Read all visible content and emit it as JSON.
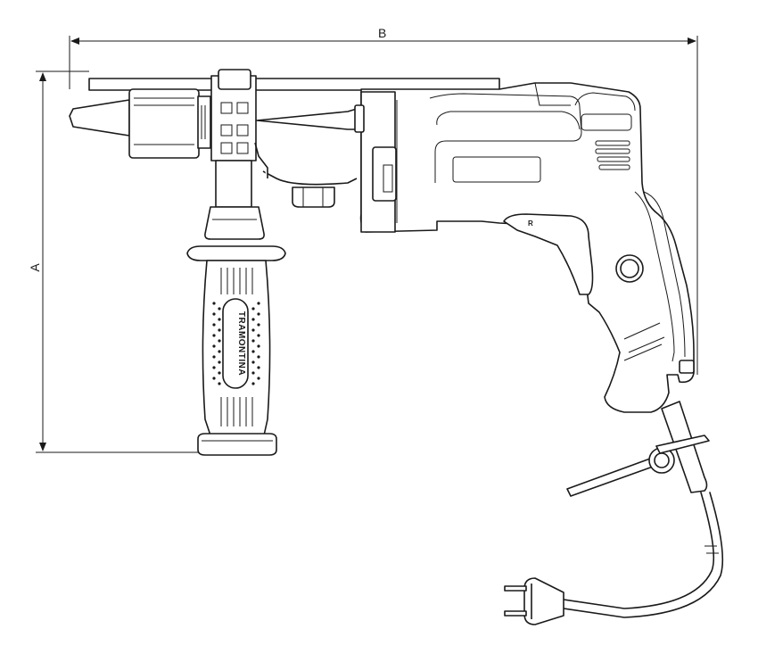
{
  "dimensions": {
    "width_label": "B",
    "height_label": "A"
  },
  "handle": {
    "brand": "TRAMONTINA"
  },
  "switch": {
    "reverse_label": "R"
  }
}
